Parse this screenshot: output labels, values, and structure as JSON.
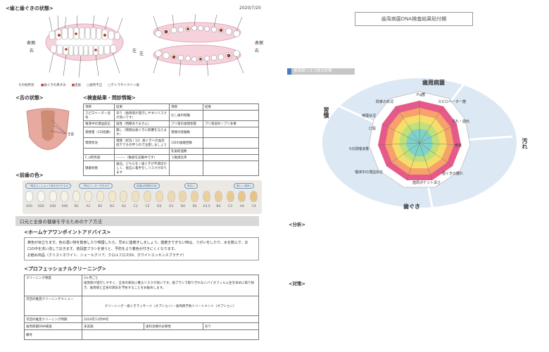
{
  "left": {
    "teeth_title": "<歯と歯ぐきの状態>",
    "date": "2020/7/20",
    "label_front": "表側",
    "label_right": "右",
    "label_left": "左",
    "label_front2": "表側",
    "legend_other": "その他所見",
    "legend_items": [
      "歯ぐきの黒ずみ",
      "虫歯",
      "歯列不正",
      "テトラサイクリン歯"
    ],
    "tongue_title": "<舌の状態>",
    "tongue_label": "舌苔",
    "results_title": "<検査結果・問診情報>",
    "results_headers": [
      "項目",
      "結果",
      "項目",
      "結果"
    ],
    "results_rows": [
      [
        "スピロヘーター含有",
        "あり（歯周病が進行しやすいリスクが高いです）",
        "むし歯の経験",
        ""
      ],
      [
        "唾液中の潜血反応",
        "陰性（問題ありません）",
        "ブリ第の歯間状態",
        "ブリ第良好 / ブリ多事"
      ],
      [
        "喫煙量（1日指数）",
        "無し（喫煙は歯ぐきに影響を与えます）",
        "喫煙の経験数",
        ""
      ],
      [
        "喫煙状況",
        "喫煙（状況 / 12）歯ぐきへの血流低下でその伴うので注意しましょう",
        "1日の歯磨回数",
        ""
      ],
      [
        "",
        "",
        "乳歯経過数",
        ""
      ],
      [
        "F_d所見値",
        "--------（数値を記載中です）",
        "う蝕感比率",
        ""
      ],
      [
        "健康状態",
        "歯石。どちらを / 歯ぐきが不適切かしく、歯石に着手をしリスクがあります",
        "",
        ""
      ]
    ],
    "shade_title": "<前歯の色>",
    "shade_pills": [
      "「明るさ」によって色を分けたもの",
      "「明るさ」の一方を示す",
      "前歯は特徴的の色",
      "明るい",
      "暗いく(暗め)"
    ],
    "shade_codes": [
      "010",
      "020",
      "030",
      "040",
      "B1",
      "A1",
      "B2",
      "D2",
      "A2",
      "C1",
      "C2",
      "D3",
      "A3",
      "D4",
      "B3",
      "A3.5",
      "B4",
      "C3",
      "A4",
      "C4"
    ],
    "care_band": "口元と全身の健康を守るためのケア方法",
    "home_title": "<ホームケアワンポイントアドバイス>",
    "home_text_1": "黄色が目立ちます。色の濃い物を飲食したり喫煙したら、早めに歯磨きしましょう。歯磨きできない時は、うがいをしたり、水を飲んで、お",
    "home_text_2": "口の中を洗い流しておきます。普段歯ブラシを使うと、予防をより着色が付きにくくなります。",
    "home_text_3": "お勧め商品（クリストホワイト、シェールクリア、クロルフロス50、ホワイトエッセンスブラチナ）",
    "pro_title": "<プロフェッショナルクリーニング>",
    "pro_rows": [
      {
        "label": "クリーニング頻度",
        "value": "3ヶ月ごと\n歯周病が進行しやすく、全身の病気に罹るリスクが高いです。歯ブラシで取りきれないバイオフィルム生を早めに取り除き、歯周病と全身の病気を予防することをお勧めします。"
      },
      {
        "label": "次回の推奨クリーニングメニュー",
        "value": "クリーニング・歯ぐきマッサージ（オプション）・歯周病予防トリートメント（オプション）"
      },
      {
        "label": "次回の推奨クリーニング時期",
        "value": "2020年11月中旬"
      }
    ],
    "dna_label": "歯周病菌DNA検査",
    "dna_value": "未実施",
    "treat_label": "歯科治療の必要性",
    "treat_value": "あり",
    "remarks_label": "備考"
  },
  "right": {
    "paste_title": "歯周病菌DNA検査結果貼付欄",
    "risk_band": "歯周病リスク総合診断",
    "groups": [
      "歯周病菌",
      "汚れ",
      "歯ぐき",
      "習慣"
    ],
    "spokes": [
      "P.g菌",
      "スピロヘーター菌",
      "汚れ・歯石",
      "舌苔",
      "歯ぐきの腫れ",
      "歯周ポケット深さ",
      "唾液中の潜血反応",
      "5分間唾液量",
      "口臭",
      "喫煙状況",
      "間食の状況"
    ],
    "analysis": "<分析>",
    "measures": "<対策>"
  },
  "colors": {
    "caries": "#c0392b",
    "accent_blue": "#3a6fb0",
    "gum_pink": "#f2b8c6",
    "wheel_blue": "#dde8f5"
  }
}
